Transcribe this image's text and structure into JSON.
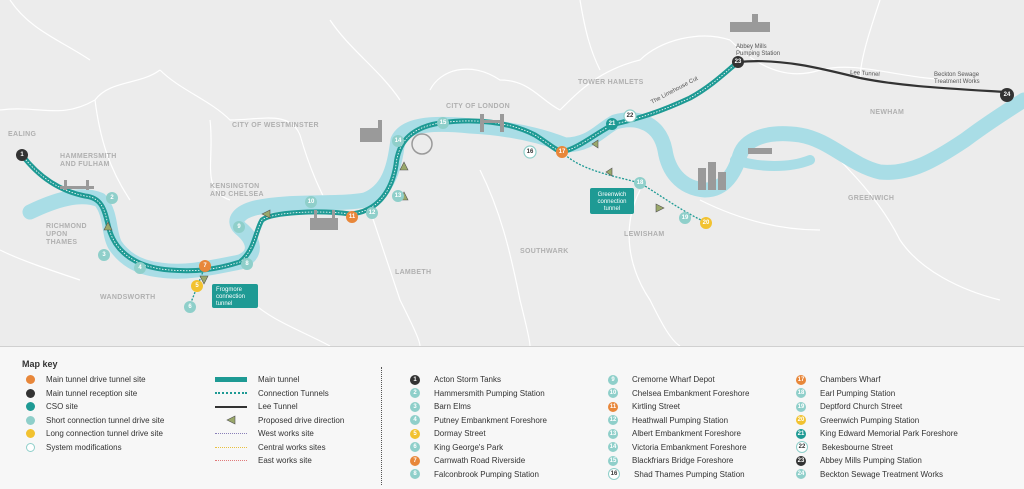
{
  "colors": {
    "river": "#a9dde6",
    "tunnel": "#1e9a94",
    "lee_tunnel": "#333333",
    "orange": "#e8873a",
    "dark": "#333333",
    "teal": "#1e9a94",
    "light_teal": "#8fcfca",
    "yellow": "#f2c230"
  },
  "regions": {
    "ealing": "EALING",
    "hammersmith": "HAMMERSMITH",
    "and_fulham": "AND FULHAM",
    "richmond": "RICHMOND",
    "upon_thames": "UPON",
    "thames": "THAMES",
    "kensington": "KENSINGTON",
    "and_chelsea": "AND CHELSEA",
    "westminster": "CITY OF WESTMINSTER",
    "london": "CITY OF LONDON",
    "tower_hamlets": "TOWER HAMLETS",
    "newham": "NEWHAM",
    "greenwich": "GREENWICH",
    "lewisham": "LEWISHAM",
    "southwark": "SOUTHWARK",
    "lambeth": "LAMBETH",
    "wandsworth": "WANDSWORTH"
  },
  "map_labels": {
    "abbey_mills_1": "Abbey Mills",
    "abbey_mills_2": "Pumping Station",
    "lee_tunnel": "Lee Tunnel",
    "beckton_1": "Beckton Sewage",
    "beckton_2": "Treatment Works",
    "limehouse": "The Limehouse Cut",
    "greenwich_conn_1": "Greenwich",
    "greenwich_conn_2": "connection",
    "greenwich_conn_3": "tunnel",
    "frogmore_1": "Frogmore",
    "frogmore_2": "connection",
    "frogmore_3": "tunnel"
  },
  "site_numbers": [
    "1",
    "2",
    "3",
    "4",
    "5",
    "6",
    "7",
    "8",
    "9",
    "10",
    "11",
    "12",
    "13",
    "14",
    "15",
    "16",
    "17",
    "18",
    "19",
    "20",
    "21",
    "22",
    "23",
    "24"
  ],
  "key": {
    "title": "Map key",
    "site_types": [
      "Main tunnel drive tunnel site",
      "Main tunnel reception site",
      "CSO site",
      "Short connection tunnel drive site",
      "Long connection tunnel drive site",
      "System modifications"
    ],
    "lines": [
      "Main tunnel",
      "Connection Tunnels",
      "Lee Tunnel",
      "Proposed drive direction",
      "West works site",
      "Central works sites",
      "East works site"
    ],
    "sites_col1": [
      "Acton Storm Tanks",
      "Hammersmith Pumping Station",
      "Barn Elms",
      "Putney Embankment Foreshore",
      "Dormay Street",
      "King George's Park",
      "Carnwath Road Riverside",
      "Falconbrook Pumping Station"
    ],
    "sites_col2": [
      "Cremorne Wharf Depot",
      "Chelsea Embankment Foreshore",
      "Kirtling Street",
      "Heathwall Pumping Station",
      "Albert Embankment Foreshore",
      "Victoria Embankment Foreshore",
      "Blackfriars Bridge Foreshore",
      "Shad Thames Pumping Station"
    ],
    "sites_col3": [
      "Chambers Wharf",
      "Earl Pumping Station",
      "Deptford Church Street",
      "Greenwich Pumping Station",
      "King Edward Memorial Park Foreshore",
      "Bekesbourne Street",
      "Abbey Mills Pumping Station",
      "Beckton Sewage Treatment Works"
    ]
  }
}
